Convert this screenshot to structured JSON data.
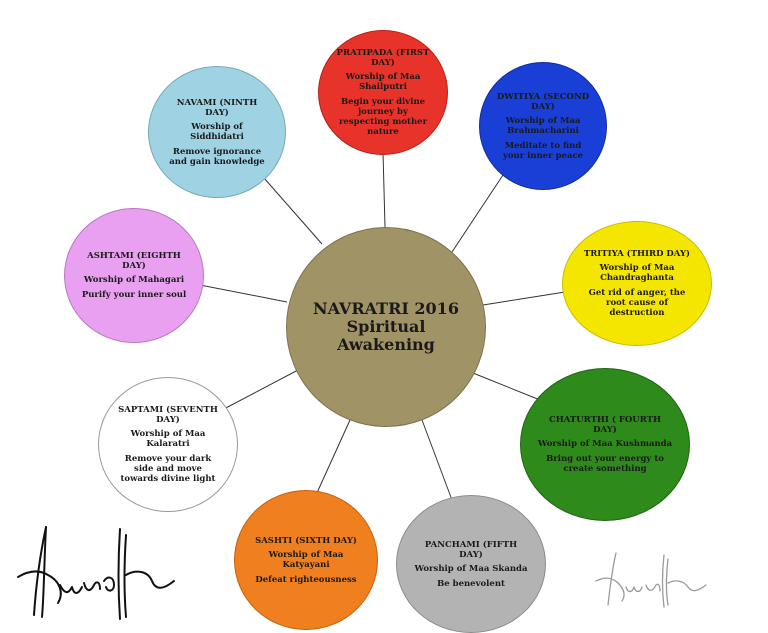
{
  "center": {
    "line1": "NAVRATRI 2016",
    "line2": "Spiritual",
    "line3": "Awakening",
    "color": "#a09366"
  },
  "days": [
    {
      "title": "PRATIPADA (FIRST DAY)",
      "worship": "Worship of Maa Shailputri",
      "message": "Begin your divine journey by respecting mother nature",
      "color": "#e8332a"
    },
    {
      "title": "DWITIYA (SECOND DAY)",
      "worship": "Worship of Maa Brahmacharini",
      "message": "Meditate to find your inner peace",
      "color": "#1a3fd6"
    },
    {
      "title": "TRITIYA (THIRD DAY)",
      "worship": "Worship of Maa Chandraghanta",
      "message": "Get rid of anger, the root cause of destruction",
      "color": "#f5e600"
    },
    {
      "title": "CHATURTHI ( FOURTH DAY)",
      "worship": "Worship of Maa Kushmanda",
      "message": "Bring out your energy to create something",
      "color": "#2f8a1c"
    },
    {
      "title": "PANCHAMI (FIFTH DAY)",
      "worship": "Worship of Maa Skanda",
      "message": "Be benevolent",
      "color": "#b3b3b3"
    },
    {
      "title": "SASHTI (SIXTH DAY)",
      "worship": "Worship of Maa Katyayani",
      "message": "Defeat righteousness",
      "color": "#f07f1f"
    },
    {
      "title": "SAPTAMI (SEVENTH DAY)",
      "worship": "Worship of Maa Kalaratri",
      "message": "Remove your dark side and move towards divine light",
      "color": "#ffffff"
    },
    {
      "title": "ASHTAMI (EIGHTH DAY)",
      "worship": "Worship of Mahagari",
      "message": "Purify your inner soul",
      "color": "#e9a0f0"
    },
    {
      "title": "NAVAMI (NINTH DAY)",
      "worship": "Worship of Siddhidatri",
      "message": "Remove ignorance and gain knowledge",
      "color": "#9fd3e3"
    }
  ],
  "signatures": {
    "left": "Kunal Kapur",
    "right": "Kunal Kapur"
  }
}
